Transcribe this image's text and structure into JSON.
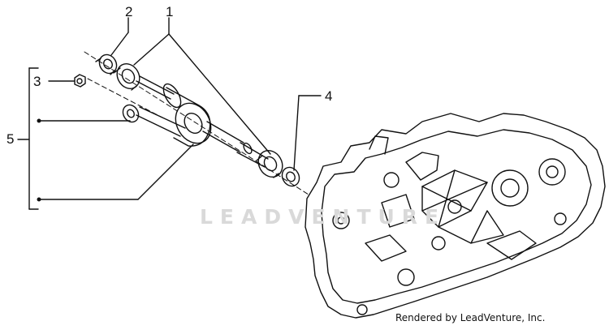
{
  "diagram": {
    "callouts": {
      "c1": "1",
      "c2": "2",
      "c3": "3",
      "c4": "4",
      "c5": "5"
    },
    "watermark": "LEADVENTURE",
    "credit": "Rendered by LeadVenture, Inc."
  }
}
